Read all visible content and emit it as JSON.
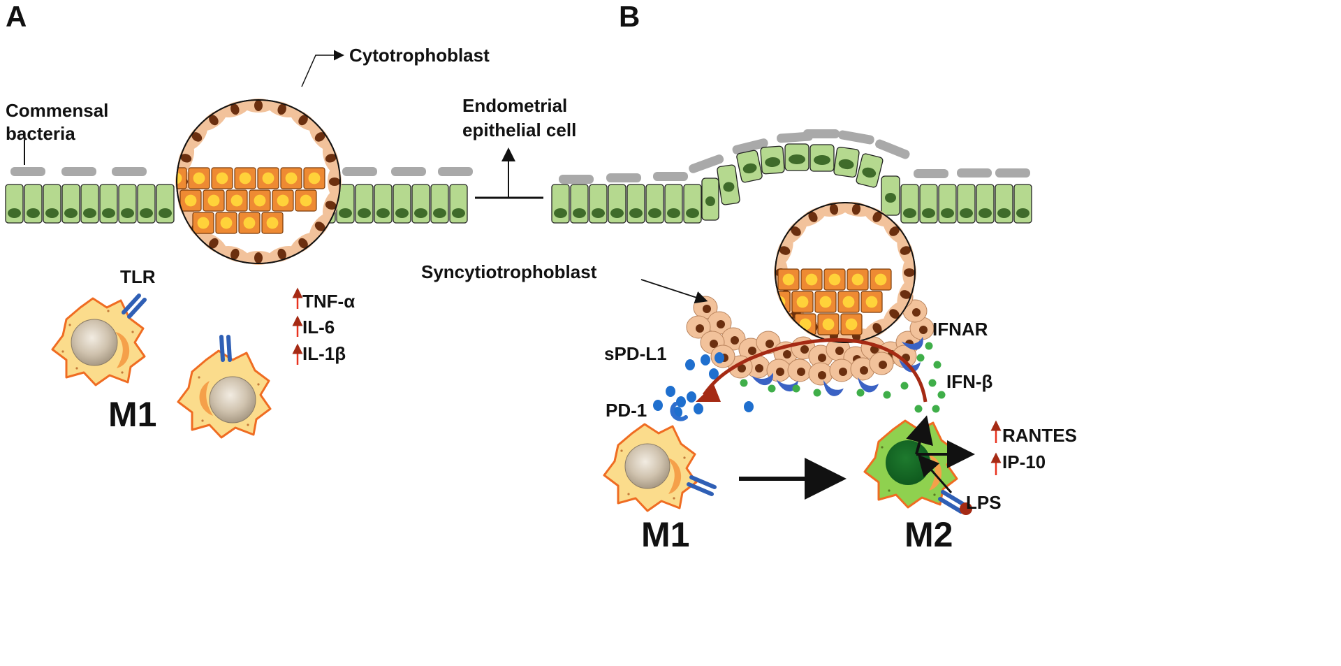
{
  "panel_a": {
    "letter": "A",
    "labels": {
      "cytotrophoblast": "Cytotrophoblast",
      "commensal_line1": "Commensal",
      "commensal_line2": "bacteria",
      "endometrial_line1": "Endometrial",
      "endometrial_line2": "epithelial cell",
      "tlr": "TLR",
      "macrophage": "M1"
    },
    "cytokines": [
      "TNF-α",
      "IL-6",
      "IL-1β"
    ]
  },
  "panel_b": {
    "letter": "B",
    "labels": {
      "syncytiotrophoblast": "Syncytiotrophoblast",
      "ifnar": "IFNAR",
      "spdl1": "sPD-L1",
      "ifnb": "IFN-β",
      "pd1": "PD-1",
      "lps": "LPS",
      "m1": "M1",
      "m2": "M2"
    },
    "chemokines": [
      "RANTES",
      "IP-10"
    ]
  },
  "colors": {
    "epithelium_fill": "#b5d98f",
    "epithelium_nucleus": "#3f6b2a",
    "bacteria": "#a9a9a9",
    "trophoblast_fill": "#f2c29b",
    "trophoblast_nucleus": "#6b2f0f",
    "cytotrophoblast_cell": "#ee8a33",
    "cytotrophoblast_core": "#ffd23a",
    "macrophage_m1": "#fbdc8c",
    "macrophage_border": "#ef6c22",
    "macrophage_m2": "#8fd14f",
    "receptor_blue": "#2f5fb5",
    "spdl1_dot": "#1f6fce",
    "ifnb_dot": "#3fae49",
    "red_arrow": "#a52a14",
    "up_arrow": "#e8321e"
  }
}
